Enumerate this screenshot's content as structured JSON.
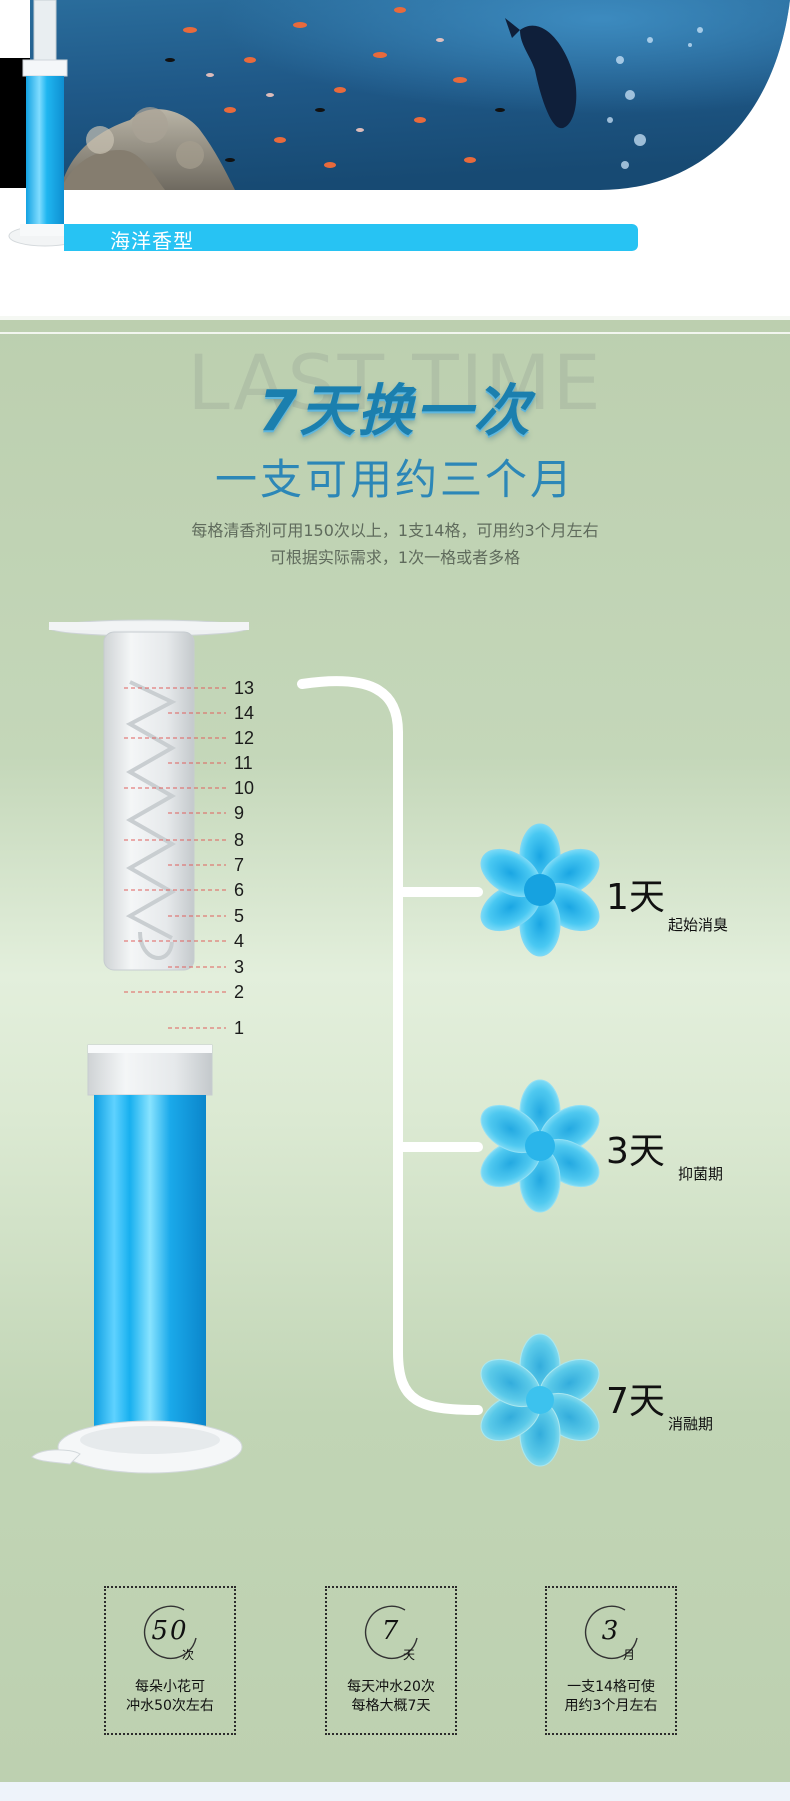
{
  "banner": {
    "scent_label": "海洋香型"
  },
  "watermark": "LAST TIME",
  "headline": "7天换一次",
  "subhead": "一支可用约三个月",
  "description": [
    "每格清香剂可用150次以上，1支14格，可用约3个月左右",
    "可根据实际需求，1次一格或者多格"
  ],
  "tube_ticks": [
    "13",
    "14",
    "12",
    "11",
    "10",
    "9",
    "8",
    "7",
    "6",
    "5",
    "4",
    "3",
    "2",
    "1"
  ],
  "stages": [
    {
      "day": "1天",
      "label": "起始消臭"
    },
    {
      "day": "3天",
      "label": "抑菌期"
    },
    {
      "day": "7天",
      "label": "消融期"
    }
  ],
  "stats": [
    {
      "num": "50",
      "unit": "次",
      "line1": "每朵小花可",
      "line2": "冲水50次左右"
    },
    {
      "num": "7",
      "unit": "天",
      "line1": "每天冲水20次",
      "line2": "每格大概7天"
    },
    {
      "num": "3",
      "unit": "月",
      "line1": "一支14格可使",
      "line2": "用约3个月左右"
    }
  ],
  "colors": {
    "accent": "#27c3f3",
    "headline": "#1b7fae",
    "subhead": "#2c87b7",
    "gel": "#1fb3ee"
  }
}
